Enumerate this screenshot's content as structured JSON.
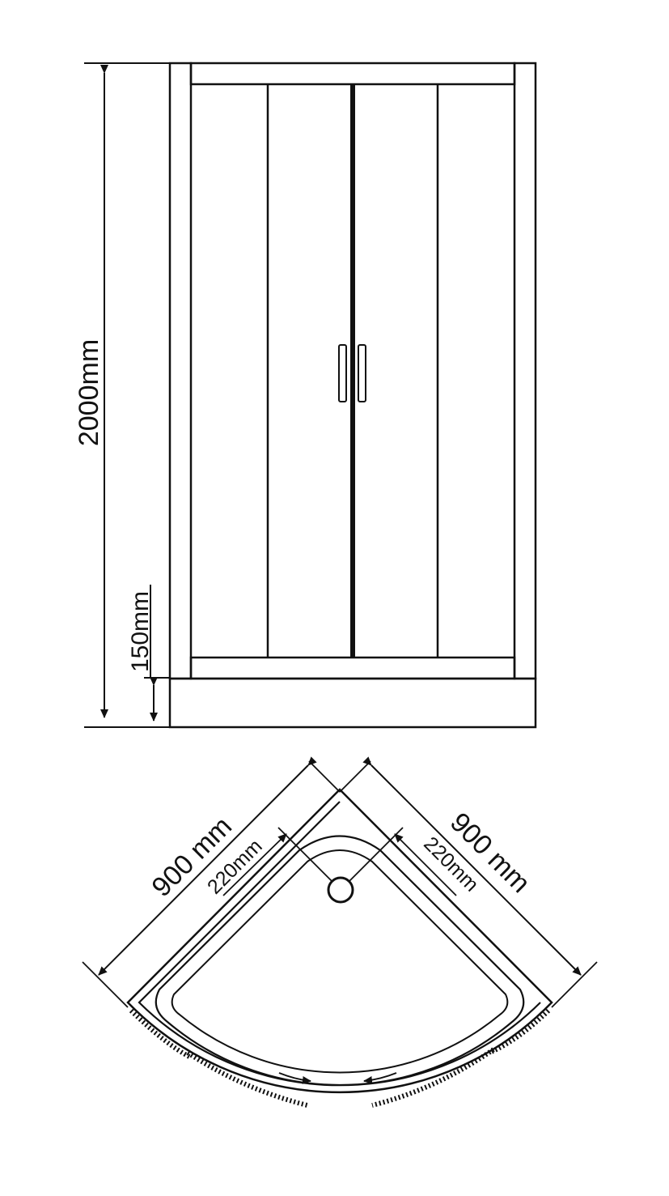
{
  "front_view": {
    "height_label": "2000mm",
    "tray_height_label": "150mm"
  },
  "plan_view": {
    "left_width_label": "900 mm",
    "right_width_label": "900 mm",
    "left_drain_offset_label": "220mm",
    "right_drain_offset_label": "220mm"
  },
  "colors": {
    "line": "#111111",
    "background": "#ffffff"
  }
}
